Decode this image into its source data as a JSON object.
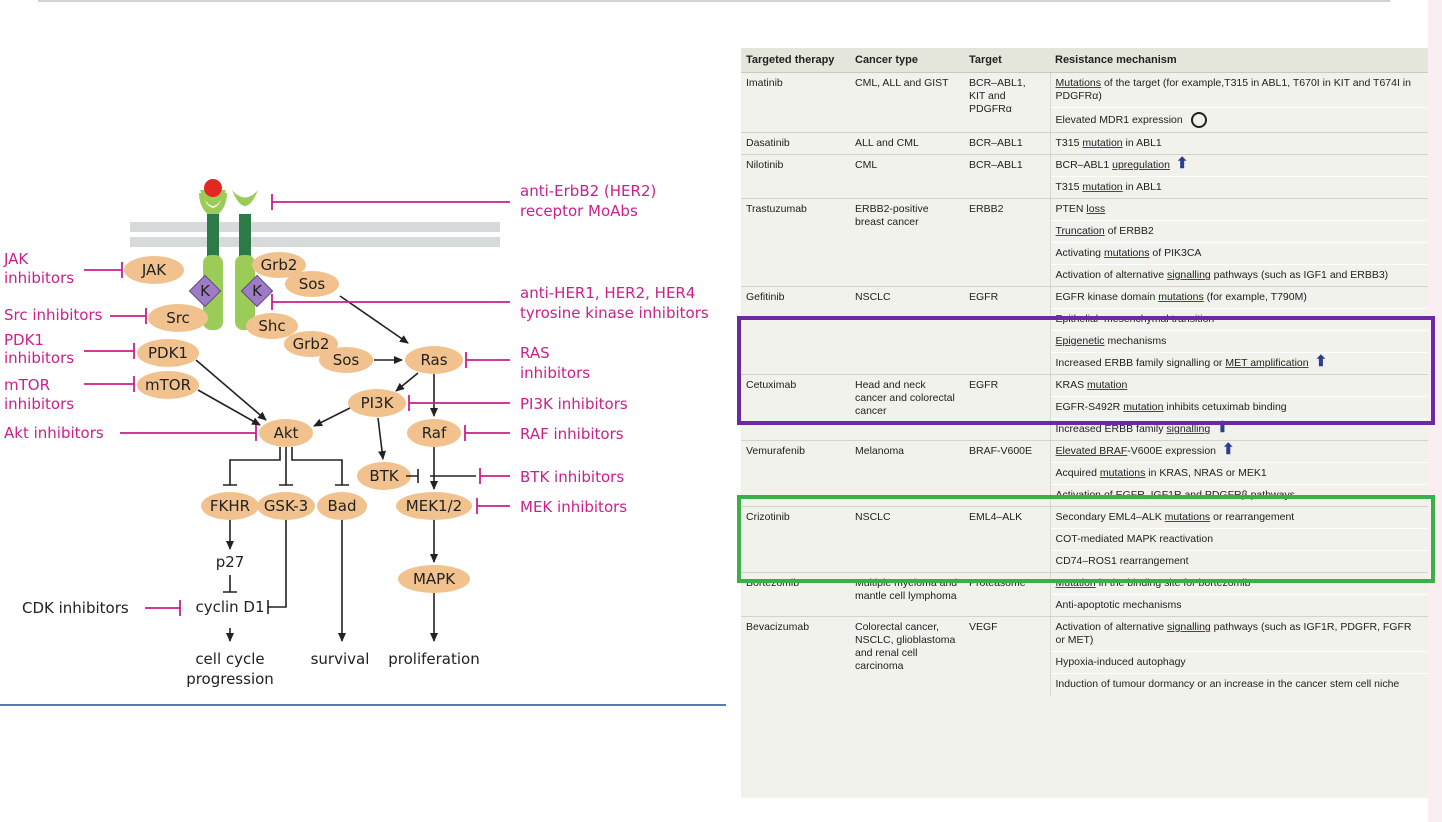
{
  "colors": {
    "inhibitor": "#cc1f8a",
    "node_fill": "#f1c28e",
    "receptor": "#9ccc58",
    "kinase": "#9e7bc5",
    "membrane": "#d6dadb",
    "purple_box": "#6a2aa3",
    "green_box": "#3bb04a",
    "arrow_up": "#2a3f8f"
  },
  "diagram": {
    "nodes": {
      "jak": "JAK",
      "src": "Src",
      "pdk1": "PDK1",
      "mtor": "mTOR",
      "grb2a": "Grb2",
      "sosa": "Sos",
      "shc": "Shc",
      "grb2b": "Grb2",
      "sosb": "Sos",
      "ras": "Ras",
      "pi3k": "PI3K",
      "raf": "Raf",
      "akt": "Akt",
      "btk": "BTK",
      "fkhr": "FKHR",
      "gsk3": "GSK-3",
      "bad": "Bad",
      "mek": "MEK1/2",
      "mapk": "MAPK",
      "p27": "p27",
      "cyclin": "cyclin D1",
      "k1": "K",
      "k2": "K"
    },
    "inhibitors": {
      "jak1": "JAK",
      "jak2": "inhibitors",
      "src": "Src inhibitors",
      "pdk1a": "PDK1",
      "pdk1b": "inhibitors",
      "mtor1": "mTOR",
      "mtor2": "inhibitors",
      "akt": "Akt inhibitors",
      "cdk": "CDK inhibitors",
      "her2a": "anti-ErbB2 (HER2)",
      "her2b": "receptor MoAbs",
      "tkia": "anti-HER1, HER2, HER4",
      "tkib": "tyrosine kinase inhibitors",
      "ras1": "RAS",
      "ras2": "inhibitors",
      "pi3k": "PI3K inhibitors",
      "raf": "RAF inhibitors",
      "btk": "BTK inhibitors",
      "mek": "MEK inhibitors"
    },
    "outputs": {
      "cc1": "cell cycle",
      "cc2": "progression",
      "survival": "survival",
      "proliferation": "proliferation"
    }
  },
  "table": {
    "headers": [
      "Targeted therapy",
      "Cancer type",
      "Target",
      "Resistance mechanism"
    ],
    "rows": [
      {
        "therapy": "Imatinib",
        "cancer": "CML, ALL and GIST",
        "target": "BCR–ABL1, KIT and PDGFRα",
        "mechs": [
          "Mutations of the target (for example,T315 in ABL1, T670I in KIT and T674I in PDGFRα)",
          "Elevated MDR1 expression"
        ]
      },
      {
        "therapy": "Dasatinib",
        "cancer": "ALL and CML",
        "target": "BCR–ABL1",
        "mechs": [
          "T315 mutation in ABL1"
        ]
      },
      {
        "therapy": "Nilotinib",
        "cancer": "CML",
        "target": "BCR–ABL1",
        "mechs": [
          "BCR–ABL1 upregulation",
          "T315 mutation in ABL1"
        ]
      },
      {
        "therapy": "Trastuzumab",
        "cancer": "ERBB2-positive breast cancer",
        "target": "ERBB2",
        "mechs": [
          "PTEN loss",
          "Truncation of ERBB2",
          "Activating mutations of PIK3CA",
          "Activation of alternative signalling pathways (such as IGF1 and ERBB3)"
        ]
      },
      {
        "therapy": "Gefitinib",
        "cancer": "NSCLC",
        "target": "EGFR",
        "mechs": [
          "EGFR kinase domain mutations (for example, T790M)",
          "Epithelial–mesenchymal transition",
          "Epigenetic mechanisms",
          "Increased ERBB family signalling or MET amplification"
        ]
      },
      {
        "therapy": "Cetuximab",
        "cancer": "Head and neck cancer and colorectal cancer",
        "target": "EGFR",
        "mechs": [
          "KRAS mutation",
          "EGFR-S492R mutation inhibits cetuximab binding",
          "Increased ERBB family signalling"
        ]
      },
      {
        "therapy": "Vemurafenib",
        "cancer": "Melanoma",
        "target": "BRAF-V600E",
        "mechs": [
          "Elevated BRAF-V600E expression",
          "Acquired mutations in KRAS, NRAS or MEK1",
          "Activation of EGFR, IGF1R and PDGFRβ pathways"
        ]
      },
      {
        "therapy": "Crizotinib",
        "cancer": "NSCLC",
        "target": "EML4–ALK",
        "mechs": [
          "Secondary EML4–ALK mutations or rearrangement",
          "COT-mediated MAPK reactivation",
          "CD74–ROS1 rearrangement"
        ]
      },
      {
        "therapy": "Bortezomib",
        "cancer": "Multiple myeloma and mantle cell lymphoma",
        "target": "Proteasome",
        "mechs": [
          "Mutation in the binding site for bortezomib",
          "Anti-apoptotic mechanisms"
        ]
      },
      {
        "therapy": "Bevacizumab",
        "cancer": "Colorectal cancer, NSCLC, glioblastoma and renal cell carcinoma",
        "target": "VEGF",
        "mechs": [
          "Activation of alternative signalling pathways (such as IGF1R, PDGFR, FGFR or MET)",
          "Hypoxia-induced autophagy",
          "Induction of tumour dormancy or an increase in the cancer stem cell niche"
        ]
      }
    ]
  }
}
